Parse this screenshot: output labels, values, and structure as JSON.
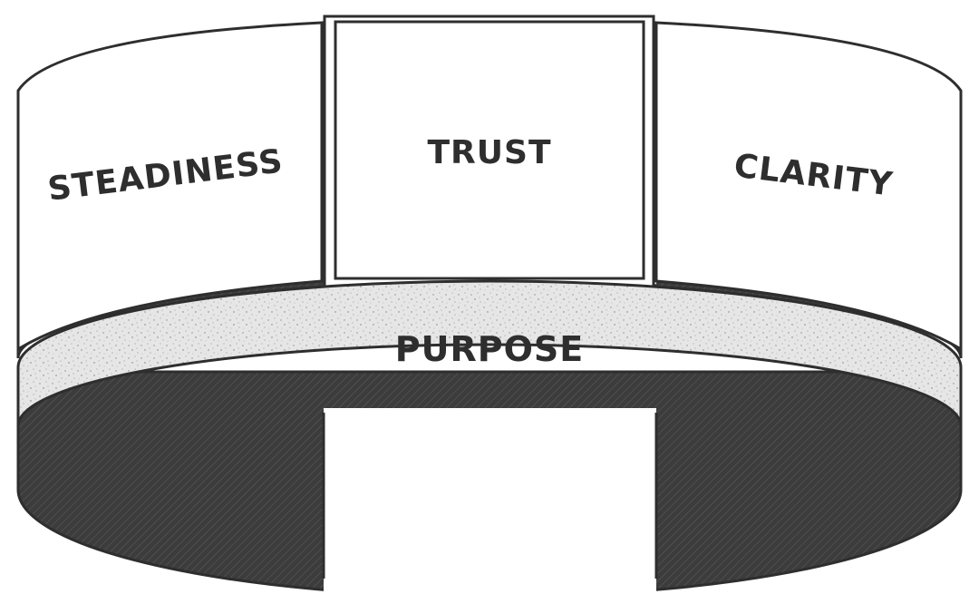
{
  "diagram": {
    "panels": [
      {
        "label": "STEADINESS"
      },
      {
        "label": "TRUST"
      },
      {
        "label": "CLARITY"
      }
    ],
    "band": {
      "label": "PURPOSE"
    }
  },
  "colors": {
    "ink": "#2e2e2e",
    "dark_fill": "#3c3c3c",
    "band_fill": "#e6e6e6",
    "panel_fill": "#ffffff"
  }
}
